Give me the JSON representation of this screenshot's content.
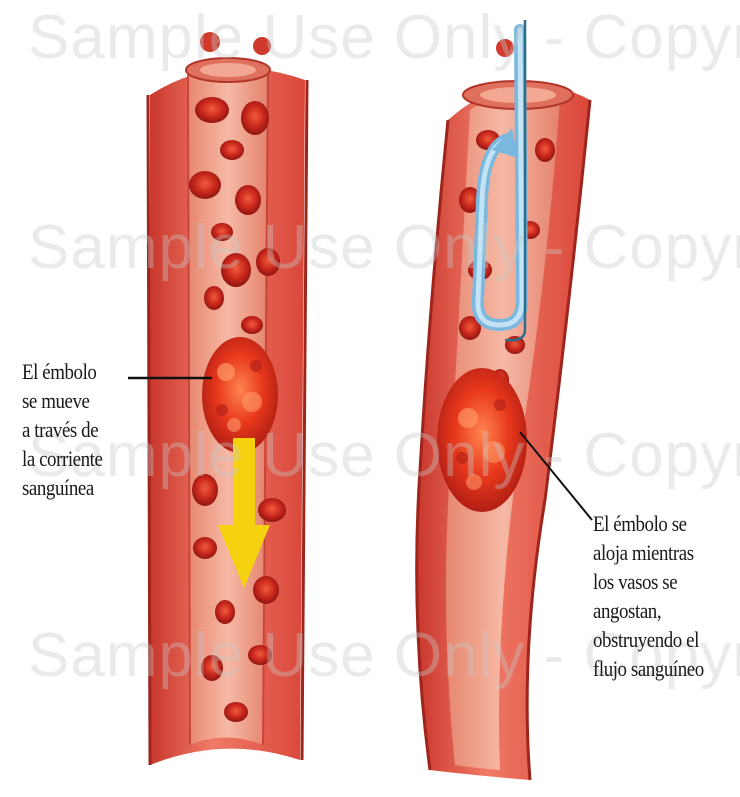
{
  "labels": {
    "left": "El émbolo\nse mueve\na través de\nla corriente\nsanguínea",
    "right": "El émbolo se\naloja mientras\nlos vasos se\nangostan,\nobstruyendo el\nflujo sanguíneo"
  },
  "watermark": "Sample Use Only - Copyrighted",
  "colors": {
    "vessel_wall": "#e8604f",
    "vessel_wall_dark": "#b8322a",
    "vessel_lumen": "#f2a48e",
    "blood_cell": "#c8261c",
    "embolus": "#e2361c",
    "arrow_down": "#f5d20f",
    "arrow_up": "#8ec8ec",
    "catheter": "#7ab8e0"
  }
}
